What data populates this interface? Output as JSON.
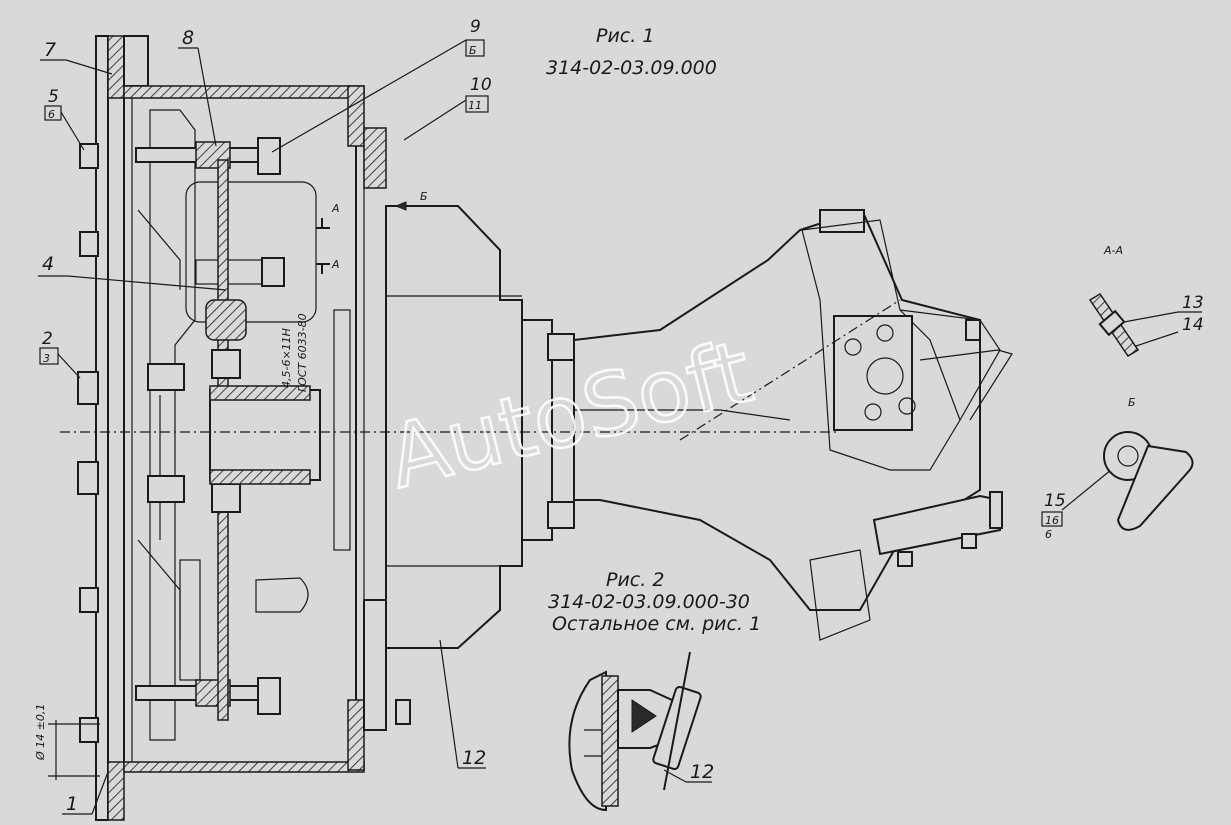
{
  "figure1": {
    "title": "Рис. 1",
    "code": "314-02-03.09.000"
  },
  "figure2": {
    "title": "Рис. 2",
    "code": "314-02-03.09.000-30",
    "note": "Остальное см. рис. 1"
  },
  "section_label": "А-А",
  "view_label": "Б",
  "arrow_labels": {
    "a": "А",
    "b": "Б"
  },
  "dimension": {
    "diameter": "Ø 14 ±0,1"
  },
  "inner_text": [
    "4,5-6×11Н",
    "ГОСТ 6033-80"
  ],
  "callouts": {
    "c1": "1",
    "c2": "2",
    "c2b": "3",
    "c4": "4",
    "c5": "5",
    "c5b": "6",
    "c7": "7",
    "c8": "8",
    "c9": "9",
    "c9b": "Б",
    "c10": "10",
    "c10b": "11",
    "c12": "12",
    "c12b": "12",
    "c13": "13",
    "c14": "14",
    "c15": "15",
    "c15b": "16",
    "c15c": "6"
  },
  "watermark": "AutoSoft"
}
